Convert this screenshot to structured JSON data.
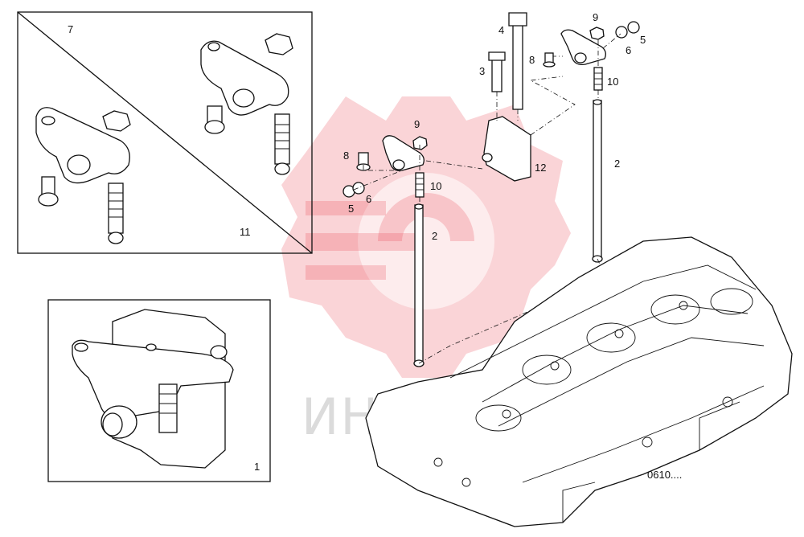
{
  "callouts": {
    "c1": "1",
    "c2a": "2",
    "c2b": "2",
    "c3": "3",
    "c4": "4",
    "c5a": "5",
    "c5b": "5",
    "c6a": "6",
    "c6b": "6",
    "c7": "7",
    "c8a": "8",
    "c8b": "8",
    "c9a": "9",
    "c9b": "9",
    "c10a": "10",
    "c10b": "10",
    "c11": "11",
    "c12": "12"
  },
  "drawing_ref": "0610....",
  "watermark": {
    "text": "ИНТЕХ",
    "color": "#e8394a",
    "icon": "gear-logo-icon"
  },
  "colors": {
    "line": "#111111",
    "background": "#ffffff"
  }
}
